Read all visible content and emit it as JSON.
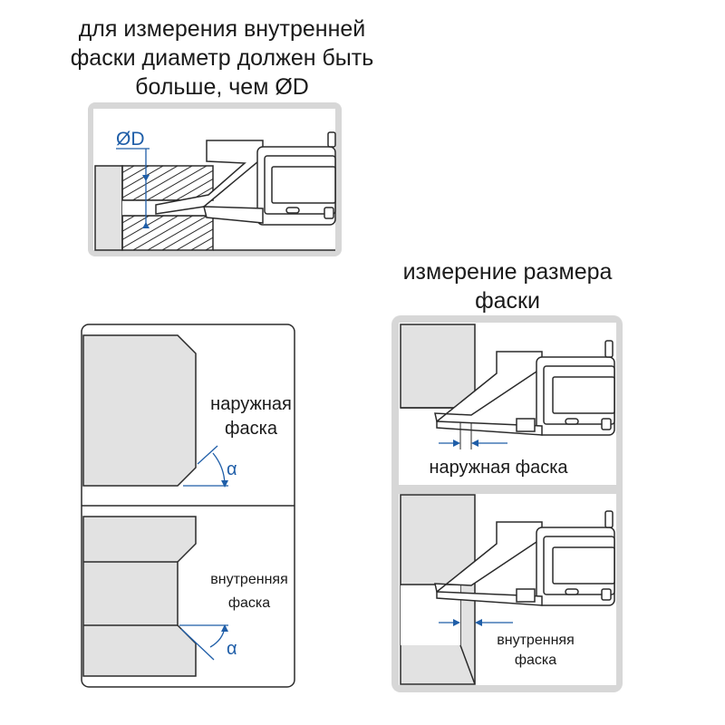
{
  "captions": {
    "inner_diameter_note": "для измерения внутренней фаски диаметр должен быть больше, чем ØD",
    "chamfer_measurement": "измерение размера фаски"
  },
  "labels": {
    "diameter": "ØD",
    "outer_chamfer": "наружная фаска",
    "outer_chamfer_line1": "наружная",
    "outer_chamfer_line2": "фаска",
    "inner_chamfer_line1": "внутренняя",
    "inner_chamfer_line2": "фаска",
    "alpha_outer": "α",
    "alpha_inner": "α"
  },
  "colors": {
    "stroke": "#2b2b2b",
    "accent_blue": "#1f5ea8",
    "panel_border": "#cfcfcf",
    "part_fill": "#e2e2e2"
  }
}
